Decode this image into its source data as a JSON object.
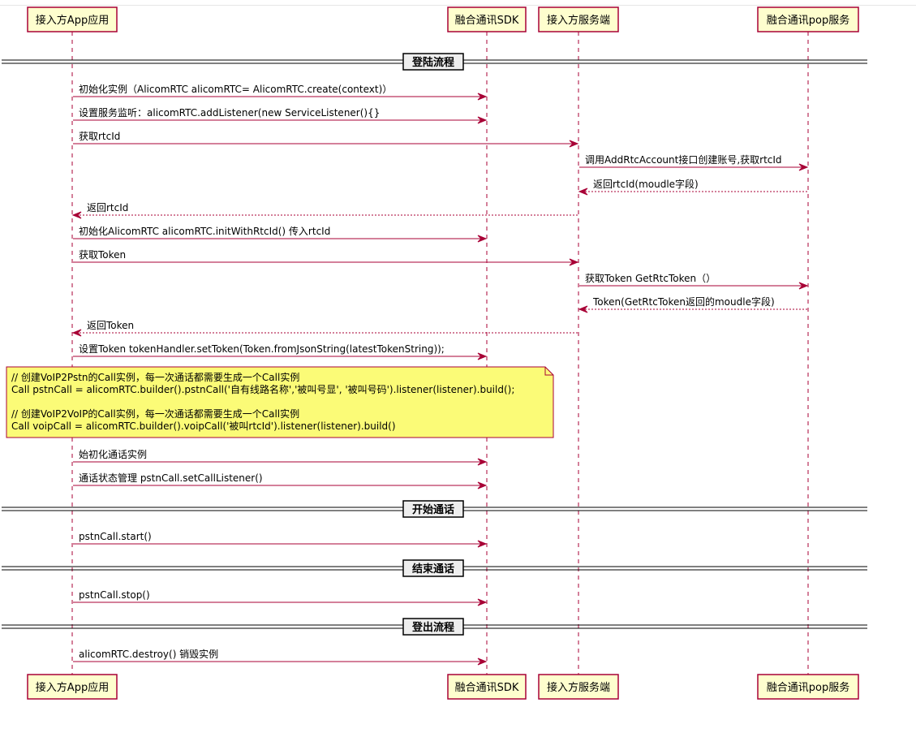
{
  "participants": [
    {
      "id": "app",
      "label": "接入方App应用"
    },
    {
      "id": "sdk",
      "label": "融合通讯SDK"
    },
    {
      "id": "server",
      "label": "接入方服务端"
    },
    {
      "id": "pop",
      "label": "融合通讯pop服务"
    }
  ],
  "dividers": [
    {
      "label": "登陆流程"
    },
    {
      "label": "开始通话"
    },
    {
      "label": "结束通话"
    },
    {
      "label": "登出流程"
    }
  ],
  "messages": [
    {
      "from": "app",
      "to": "sdk",
      "style": "solid",
      "text": "初始化实例（AlicomRTC alicomRTC= AlicomRTC.create(context)）"
    },
    {
      "from": "app",
      "to": "sdk",
      "style": "solid",
      "text": "设置服务监听：alicomRTC.addListener(new ServiceListener(){}"
    },
    {
      "from": "app",
      "to": "server",
      "style": "solid",
      "text": "获取rtcId"
    },
    {
      "from": "server",
      "to": "pop",
      "style": "solid",
      "text": "调用AddRtcAccount接口创建账号,获取rtcId"
    },
    {
      "from": "pop",
      "to": "server",
      "style": "dashed",
      "text": "返回rtcId(moudle字段)"
    },
    {
      "from": "server",
      "to": "app",
      "style": "dashed",
      "text": "返回rtcId"
    },
    {
      "from": "app",
      "to": "sdk",
      "style": "solid",
      "text": "初始化AlicomRTC alicomRTC.initWithRtcId() 传入rtcId"
    },
    {
      "from": "app",
      "to": "server",
      "style": "solid",
      "text": "获取Token"
    },
    {
      "from": "server",
      "to": "pop",
      "style": "solid",
      "text": "获取Token GetRtcToken（）"
    },
    {
      "from": "pop",
      "to": "server",
      "style": "dashed",
      "text": "Token(GetRtcToken返回的moudle字段)"
    },
    {
      "from": "server",
      "to": "app",
      "style": "dashed",
      "text": "返回Token"
    },
    {
      "from": "app",
      "to": "sdk",
      "style": "solid",
      "text": "设置Token tokenHandler.setToken(Token.fromJsonString(latestTokenString));"
    },
    {
      "from": "app",
      "to": "sdk",
      "style": "solid",
      "text": "始初化通话实例"
    },
    {
      "from": "app",
      "to": "sdk",
      "style": "solid",
      "text": "通话状态管理 pstnCall.setCallListener()"
    },
    {
      "from": "app",
      "to": "sdk",
      "style": "solid",
      "text": "pstnCall.start()"
    },
    {
      "from": "app",
      "to": "sdk",
      "style": "solid",
      "text": "pstnCall.stop()"
    },
    {
      "from": "app",
      "to": "sdk",
      "style": "solid",
      "text": "alicomRTC.destroy() 销毁实例"
    }
  ],
  "note": {
    "lines": [
      "// 创建VoIP2Pstn的Call实例，每一次通话都需要生成一个Call实例",
      "Call pstnCall = alicomRTC.builder().pstnCall('自有线路名称','被叫号显', '被叫号码').listener(listener).build();",
      "",
      "// 创建VoIP2VoIP的Call实例，每一次通话都需要生成一个Call实例",
      "Call voipCall = alicomRTC.builder().voipCall('被叫rtcId').listener(listener).build()"
    ]
  },
  "colors": {
    "participant_fill": "#FEFECE",
    "border": "#A80036",
    "note_fill": "#FBFB77",
    "divider_fill": "#EEEEEE"
  }
}
